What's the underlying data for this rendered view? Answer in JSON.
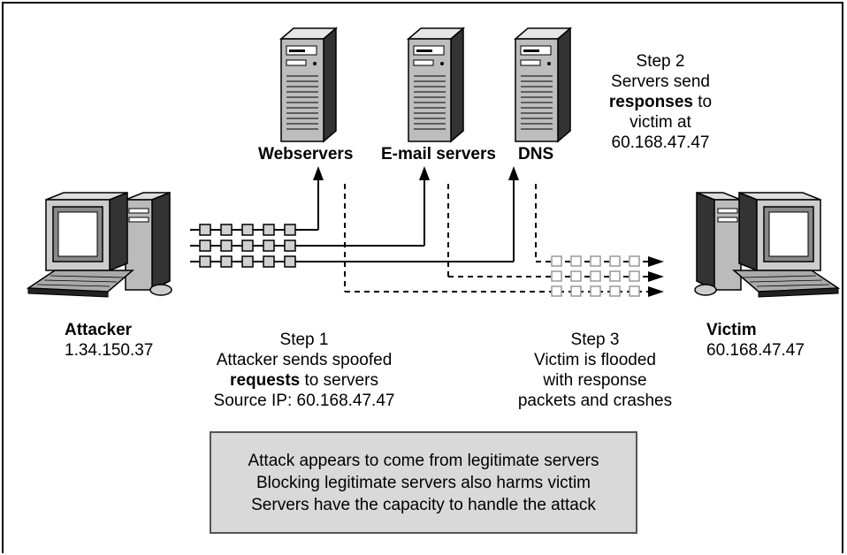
{
  "servers": {
    "webservers": "Webservers",
    "email": "E-mail servers",
    "dns": "DNS"
  },
  "step2": {
    "title": "Step 2",
    "line1": "Servers send",
    "line2_bold": "responses",
    "line2_rest": " to",
    "line3": "victim at",
    "line4": "60.168.47.47"
  },
  "attacker": {
    "label": "Attacker",
    "ip": "1.34.150.37"
  },
  "victim": {
    "label": "Victim",
    "ip": "60.168.47.47"
  },
  "step1": {
    "title": "Step 1",
    "line1": "Attacker sends spoofed",
    "line2_bold": "requests",
    "line2_rest": " to servers",
    "line3": "Source IP: 60.168.47.47"
  },
  "step3": {
    "title": "Step 3",
    "line1": "Victim is flooded",
    "line2": "with response",
    "line3": "packets and crashes"
  },
  "note": {
    "lines": [
      "Attack appears to come from legitimate servers",
      "Blocking legitimate servers also harms victim",
      "Servers have the capacity to handle the attack"
    ]
  },
  "colors": {
    "box": "#d9d9d9",
    "packet_gray": "#999999"
  },
  "icons": [
    "server-icon",
    "computer-icon",
    "packet-icon"
  ]
}
